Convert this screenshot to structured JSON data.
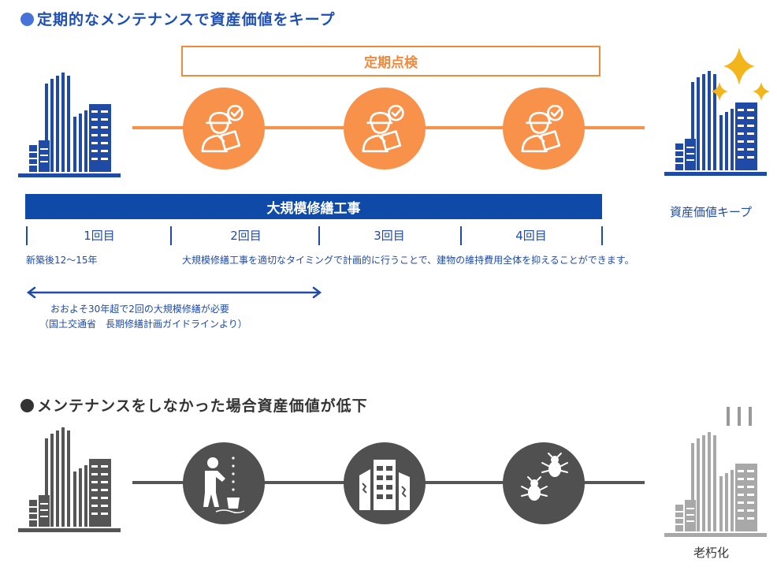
{
  "section1": {
    "title": "定期的なメンテナンスで資産価値をキープ",
    "inspection_label": "定期点検",
    "major_repair_label": "大規模修繕工事",
    "rounds": [
      "1回目",
      "2回目",
      "3回目",
      "4回目"
    ],
    "after_new_text": "新築後12〜15年",
    "description": "大規模修繕工事を適切なタイミングで計画的に行うことで、建物の維持費用全体を抑えることができます。",
    "guideline_line1": "おおよそ30年超で2回の大規模修繕が必要",
    "guideline_line2": "（国土交通省　長期修繕計画ガイドラインより）",
    "keep_label": "資産価値キープ"
  },
  "section2": {
    "title": "メンテナンスをしなかった場合資産価値が低下",
    "aged_label": "老朽化"
  },
  "colors": {
    "blue": "#1f4ba6",
    "orange": "#f8924a",
    "dark_gray": "#505050",
    "gold": "#f2b51c"
  }
}
